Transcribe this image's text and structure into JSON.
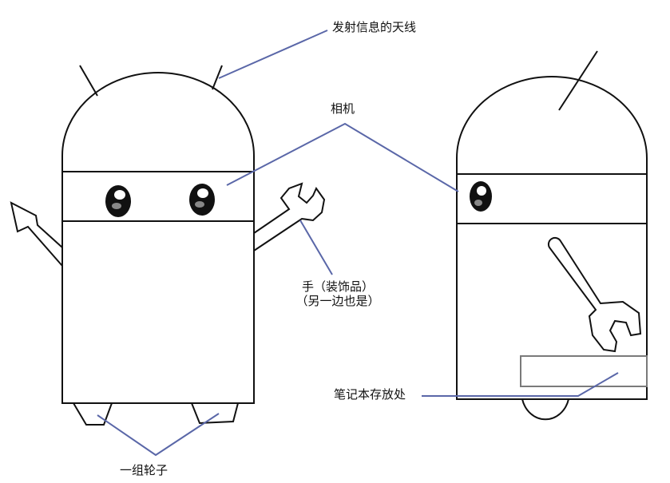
{
  "labels": {
    "antenna": "发射信息的天线",
    "camera": "相机",
    "hand_line1": "手（装饰品）",
    "hand_line2": "（另一边也是）",
    "notebook": "笔记本存放处",
    "wheels": "一组轮子"
  },
  "colors": {
    "outline": "#111111",
    "pointer": "#5a67a8",
    "slot": "#7a7a7a"
  }
}
